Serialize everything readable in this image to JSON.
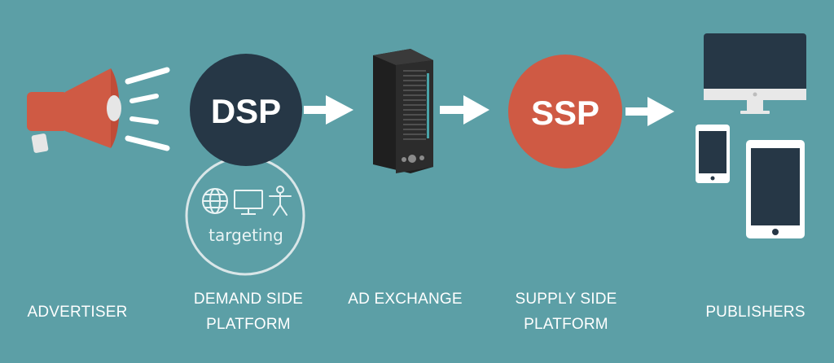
{
  "colors": {
    "background": "#5c9fa6",
    "dsp_circle": "#263746",
    "ssp_circle": "#cf5a44",
    "megaphone": "#cf5a44",
    "device_screen": "#263746",
    "server": "#2a2a2a",
    "arrow": "#ffffff"
  },
  "nodes": {
    "advertiser": {
      "icon": "megaphone-icon",
      "label": "ADVERTISER"
    },
    "dsp": {
      "circle_text": "DSP",
      "label_line1": "DEMAND SIDE",
      "label_line2": "PLATFORM",
      "targeting": {
        "icons": [
          "globe-icon",
          "monitor-icon",
          "person-icon"
        ],
        "text": "targeting"
      }
    },
    "ad_exchange": {
      "icon": "server-icon",
      "label": "AD EXCHANGE"
    },
    "ssp": {
      "circle_text": "SSP",
      "label_line1": "SUPPLY SIDE",
      "label_line2": "PLATFORM"
    },
    "publishers": {
      "icons": [
        "desktop-monitor-icon",
        "smartphone-icon",
        "tablet-icon"
      ],
      "label": "PUBLISHERS"
    }
  }
}
